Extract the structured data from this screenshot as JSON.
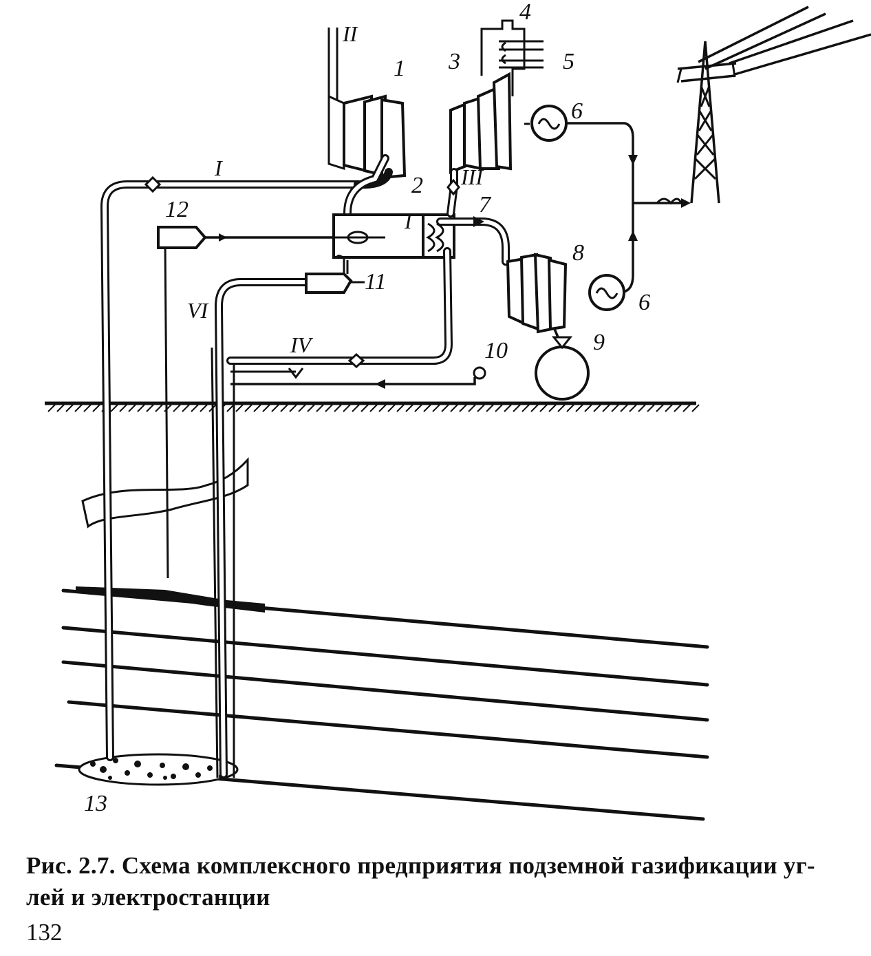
{
  "figure": {
    "caption": "Рис. 2.7. Схема комплексного предприятия подземной газификации уг-лей и электростанции",
    "page_number": "132"
  },
  "labels": {
    "n1": "1",
    "n2": "2",
    "n3": "3",
    "n4": "4",
    "n5": "5",
    "n6a": "6",
    "n6b": "6",
    "n7": "7",
    "n8": "8",
    "n9": "9",
    "n10": "10",
    "n11": "11",
    "n12": "12",
    "n13": "13",
    "r1": "I",
    "r1b": "I",
    "r2": "II",
    "r3": "III",
    "r4": "IV",
    "r6": "VI"
  },
  "icons": {
    "generator_symbol": "~",
    "tower": "transmission-tower-icon"
  }
}
